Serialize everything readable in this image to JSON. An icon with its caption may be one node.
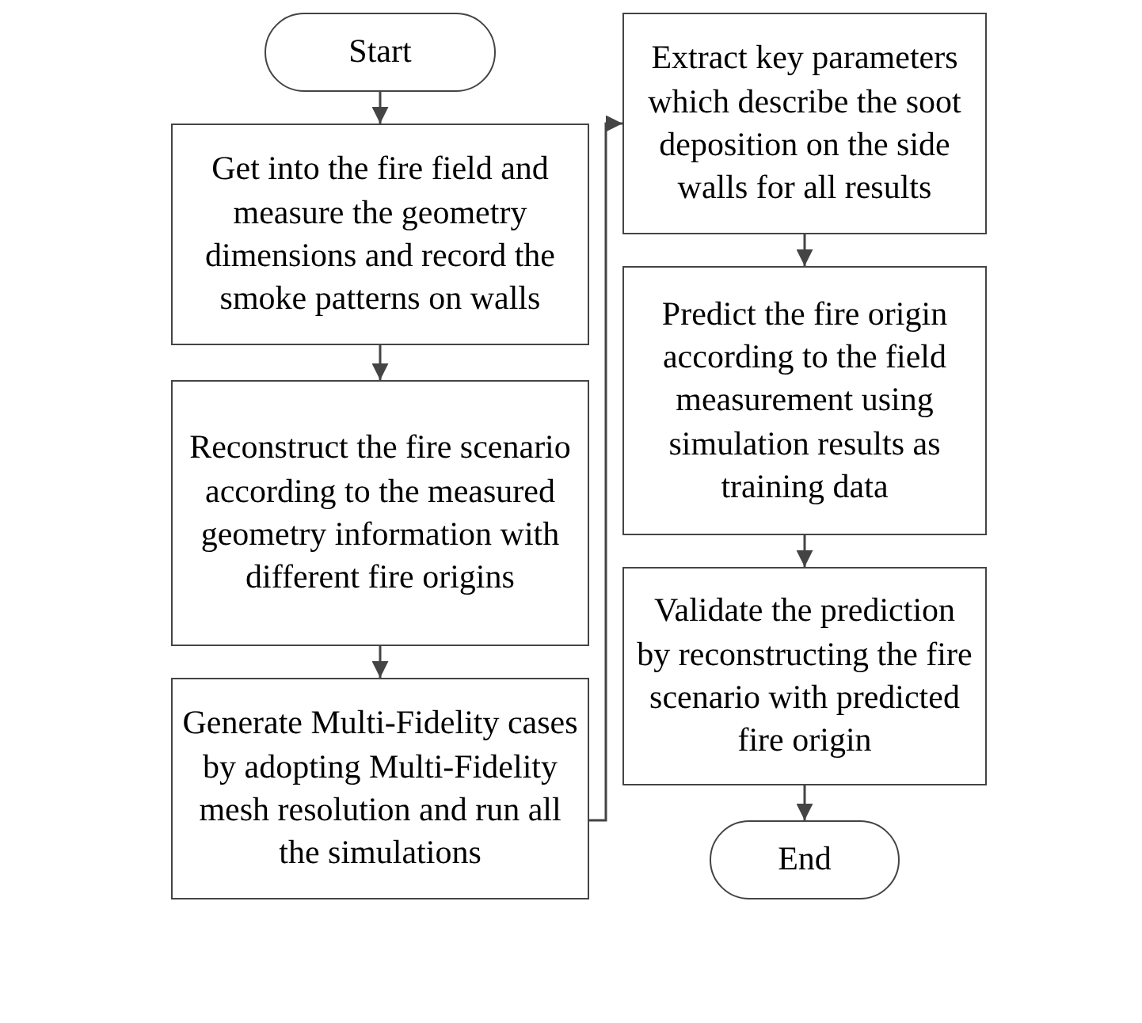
{
  "diagram": {
    "nodes": [
      {
        "text": [
          "Start"
        ]
      },
      {
        "text": [
          "Get into the fire field and measure the geometry dimensions and record the smoke patterns on walls"
        ]
      },
      {
        "text": [
          "Reconstruct the fire scenario according to the measured geometry information with different fire origins"
        ]
      },
      {
        "text": [
          "Generate Multi-Fidelity cases by adopting Multi-Fidelity mesh resolution and run all the simulations"
        ]
      },
      {
        "text": [
          "Extract key parameters which describe the soot deposition on the side walls for all results"
        ]
      },
      {
        "text": [
          "Predict the fire origin according to the field measurement using simulation results as training data"
        ]
      },
      {
        "text": [
          "Validate the prediction by reconstructing the fire scenario with predicted fire origin"
        ]
      },
      {
        "text": [
          "End"
        ]
      }
    ],
    "edges": [
      {
        "from": 0,
        "to": 1,
        "arrow": "to"
      },
      {
        "from": 1,
        "to": 2,
        "arrow": "to"
      },
      {
        "from": 2,
        "to": 3,
        "arrow": "to"
      },
      {
        "from": 3,
        "to": 4,
        "arrow": "to"
      },
      {
        "from": 4,
        "to": 5,
        "arrow": "to"
      },
      {
        "from": 5,
        "to": 6,
        "arrow": "to"
      },
      {
        "from": 6,
        "to": 7,
        "arrow": "to"
      }
    ]
  }
}
